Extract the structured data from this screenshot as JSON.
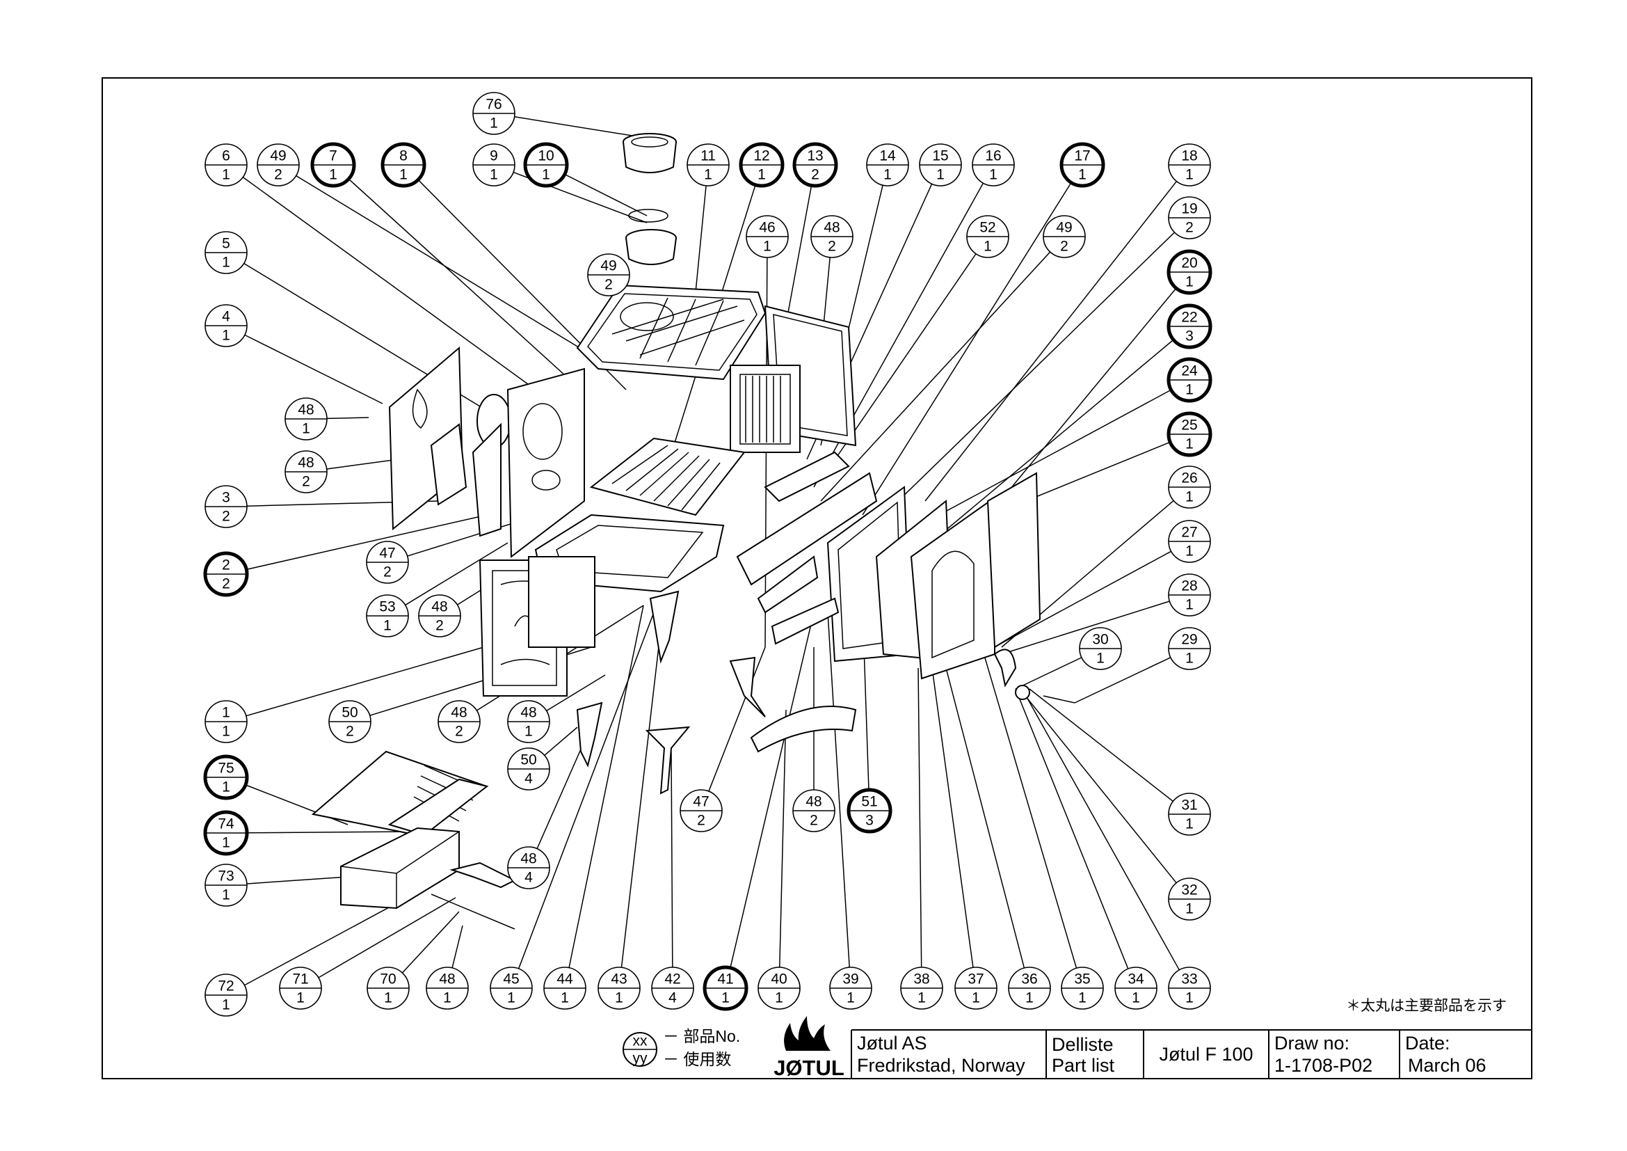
{
  "note": "＊太丸は主要部品を示す",
  "legend": {
    "symbol_top": "xx",
    "symbol_bottom": "yy",
    "line1": "－ 部品No.",
    "line2": "－ 使用数"
  },
  "title_block": {
    "logo_text": "JØTUL",
    "company_name": "Jøtul AS",
    "company_city": "Fredrikstad, Norway",
    "doc_type_1": "Delliste",
    "doc_type_2": "Part list",
    "model": "Jøtul F 100",
    "draw_no_label": "Draw no:",
    "draw_no_value": "1-1708-P02",
    "date_label": "Date:",
    "date_value": "March 06"
  },
  "parts": [
    {
      "no": "76",
      "qty": "1",
      "major": false
    },
    {
      "no": "6",
      "qty": "1",
      "major": false
    },
    {
      "no": "49",
      "qty": "2",
      "major": false
    },
    {
      "no": "7",
      "qty": "1",
      "major": true
    },
    {
      "no": "8",
      "qty": "1",
      "major": true
    },
    {
      "no": "9",
      "qty": "1",
      "major": false
    },
    {
      "no": "10",
      "qty": "1",
      "major": true
    },
    {
      "no": "11",
      "qty": "1",
      "major": false
    },
    {
      "no": "12",
      "qty": "1",
      "major": true
    },
    {
      "no": "13",
      "qty": "2",
      "major": true
    },
    {
      "no": "14",
      "qty": "1",
      "major": false
    },
    {
      "no": "15",
      "qty": "1",
      "major": false
    },
    {
      "no": "16",
      "qty": "1",
      "major": false
    },
    {
      "no": "17",
      "qty": "1",
      "major": true
    },
    {
      "no": "18",
      "qty": "1",
      "major": false
    },
    {
      "no": "19",
      "qty": "2",
      "major": false
    },
    {
      "no": "20",
      "qty": "1",
      "major": true
    },
    {
      "no": "22",
      "qty": "3",
      "major": true
    },
    {
      "no": "24",
      "qty": "1",
      "major": true
    },
    {
      "no": "25",
      "qty": "1",
      "major": true
    },
    {
      "no": "26",
      "qty": "1",
      "major": false
    },
    {
      "no": "27",
      "qty": "1",
      "major": false
    },
    {
      "no": "28",
      "qty": "1",
      "major": false
    },
    {
      "no": "29",
      "qty": "1",
      "major": false
    },
    {
      "no": "30",
      "qty": "1",
      "major": false
    },
    {
      "no": "31",
      "qty": "1",
      "major": false
    },
    {
      "no": "32",
      "qty": "1",
      "major": false
    },
    {
      "no": "5",
      "qty": "1",
      "major": false
    },
    {
      "no": "4",
      "qty": "1",
      "major": false
    },
    {
      "no": "46",
      "qty": "1",
      "major": false
    },
    {
      "no": "48",
      "qty": "2",
      "major": false
    },
    {
      "no": "52",
      "qty": "1",
      "major": false
    },
    {
      "no": "49",
      "qty": "2",
      "major": false
    },
    {
      "no": "49",
      "qty": "2",
      "major": false
    },
    {
      "no": "48",
      "qty": "1",
      "major": false
    },
    {
      "no": "48",
      "qty": "2",
      "major": false
    },
    {
      "no": "3",
      "qty": "2",
      "major": false
    },
    {
      "no": "2",
      "qty": "2",
      "major": true
    },
    {
      "no": "47",
      "qty": "2",
      "major": false
    },
    {
      "no": "53",
      "qty": "1",
      "major": false
    },
    {
      "no": "48",
      "qty": "2",
      "major": false
    },
    {
      "no": "1",
      "qty": "1",
      "major": false
    },
    {
      "no": "50",
      "qty": "2",
      "major": false
    },
    {
      "no": "48",
      "qty": "2",
      "major": false
    },
    {
      "no": "48",
      "qty": "1",
      "major": false
    },
    {
      "no": "75",
      "qty": "1",
      "major": true
    },
    {
      "no": "50",
      "qty": "4",
      "major": false
    },
    {
      "no": "74",
      "qty": "1",
      "major": true
    },
    {
      "no": "47",
      "qty": "2",
      "major": false
    },
    {
      "no": "48",
      "qty": "2",
      "major": false
    },
    {
      "no": "51",
      "qty": "3",
      "major": true
    },
    {
      "no": "48",
      "qty": "4",
      "major": false
    },
    {
      "no": "73",
      "qty": "1",
      "major": false
    },
    {
      "no": "72",
      "qty": "1",
      "major": false
    },
    {
      "no": "71",
      "qty": "1",
      "major": false
    },
    {
      "no": "70",
      "qty": "1",
      "major": false
    },
    {
      "no": "48",
      "qty": "1",
      "major": false
    },
    {
      "no": "45",
      "qty": "1",
      "major": false
    },
    {
      "no": "44",
      "qty": "1",
      "major": false
    },
    {
      "no": "43",
      "qty": "1",
      "major": false
    },
    {
      "no": "42",
      "qty": "4",
      "major": false
    },
    {
      "no": "41",
      "qty": "1",
      "major": true
    },
    {
      "no": "40",
      "qty": "1",
      "major": false
    },
    {
      "no": "39",
      "qty": "1",
      "major": false
    },
    {
      "no": "38",
      "qty": "1",
      "major": false
    },
    {
      "no": "37",
      "qty": "1",
      "major": false
    },
    {
      "no": "36",
      "qty": "1",
      "major": false
    },
    {
      "no": "35",
      "qty": "1",
      "major": false
    },
    {
      "no": "34",
      "qty": "1",
      "major": false
    },
    {
      "no": "33",
      "qty": "1",
      "major": false
    }
  ]
}
